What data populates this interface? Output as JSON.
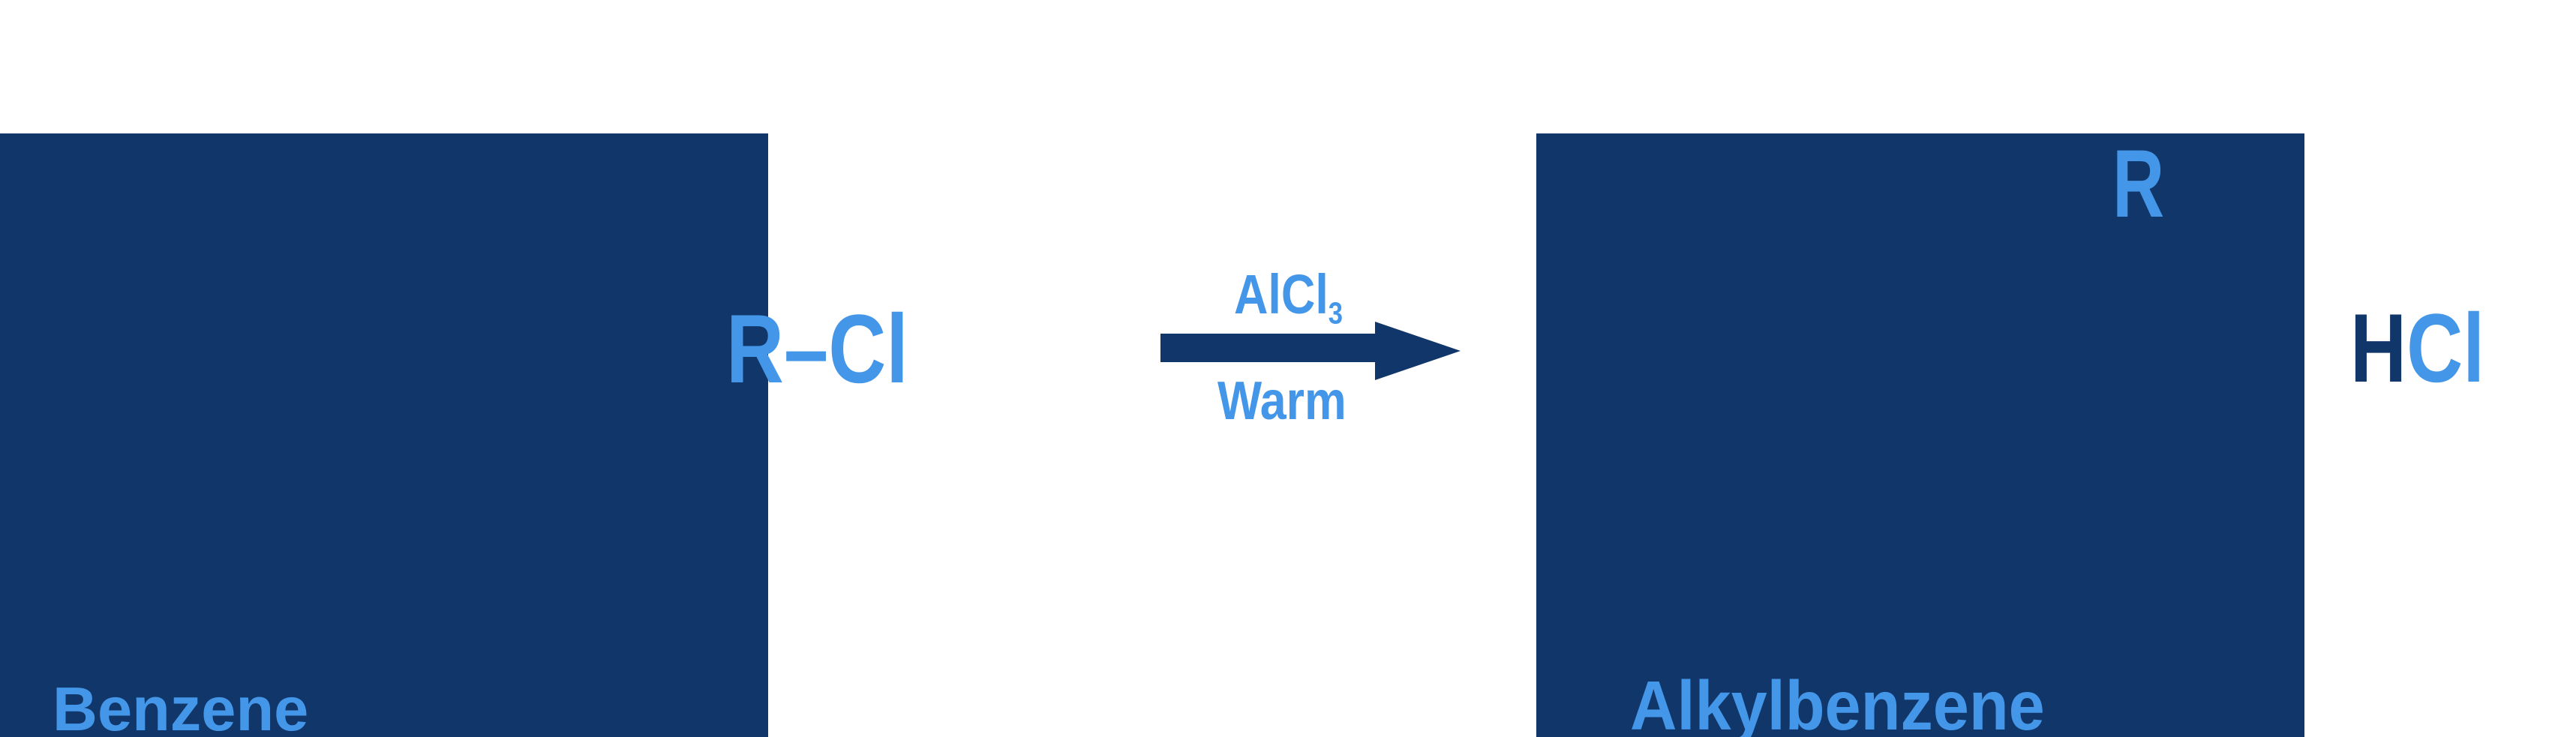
{
  "colors": {
    "navy": "#113669",
    "light_blue": "#4496e8",
    "background": "#ffffff"
  },
  "reactant": {
    "label": "Benzene"
  },
  "alkyl_halide": {
    "formula": "R–Cl"
  },
  "arrow": {
    "catalyst": "AlCl",
    "catalyst_subscript": "3",
    "condition": "Warm"
  },
  "product": {
    "label": "Alkylbenzene",
    "substituent": "R"
  },
  "byproduct": {
    "h": "H",
    "cl": "Cl"
  }
}
